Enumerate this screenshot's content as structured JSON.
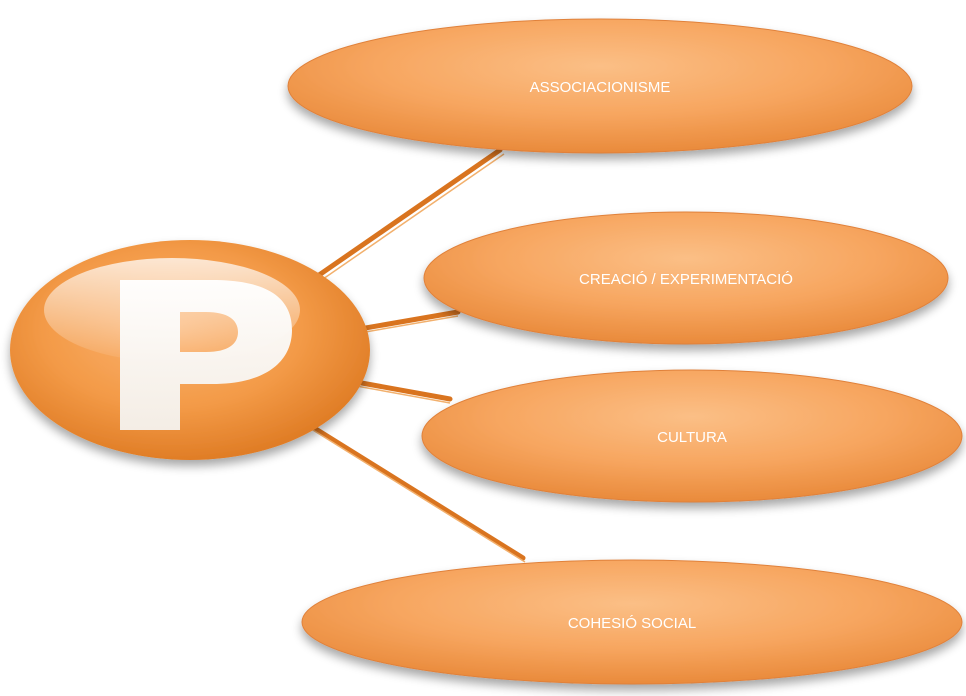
{
  "diagram": {
    "hub": {
      "letter": "P",
      "icon": "p-logo-icon"
    },
    "nodes": [
      {
        "id": "associacionisme",
        "label": "ASSOCIACIONISME"
      },
      {
        "id": "creacio",
        "label": "CREACIÓ / EXPERIMENTACIÓ"
      },
      {
        "id": "cultura",
        "label": "CULTURA"
      },
      {
        "id": "cohesio",
        "label": "COHESIÓ SOCIAL"
      }
    ],
    "colors": {
      "node_fill": "#f6a863",
      "node_edge": "#d9782e",
      "connector": "#d9741f",
      "hub_fill": "#f39a47",
      "label_text": "#ffffff"
    }
  }
}
